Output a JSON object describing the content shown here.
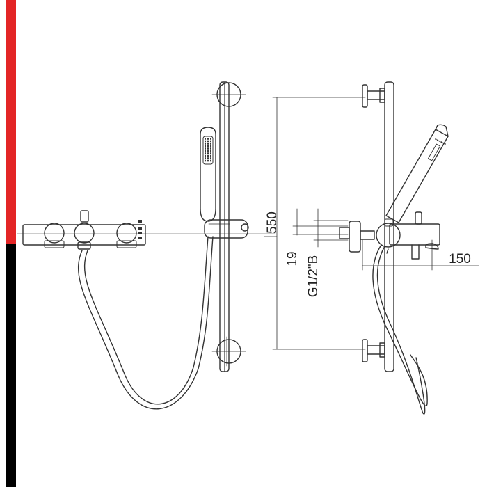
{
  "colors": {
    "accent_red": "#e32526",
    "accent_black": "#000000",
    "line": "#333333"
  },
  "dimensions": {
    "height_label": "550",
    "offset_label": "19",
    "thread_label": "G1/2\"B",
    "projection_label": "150"
  }
}
